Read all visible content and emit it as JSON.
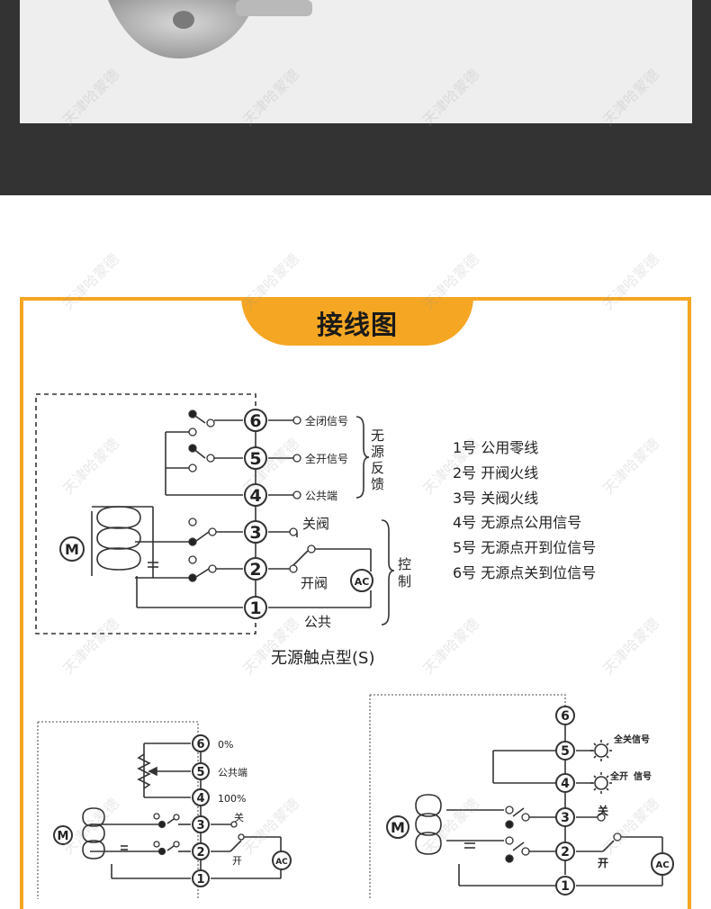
{
  "header": {
    "title": "接线图"
  },
  "watermark": "天津哈蒙德",
  "diagram_main": {
    "caption": "无源触点型(S)",
    "terminals": [
      "6",
      "5",
      "4",
      "3",
      "2",
      "1"
    ],
    "signals": {
      "full_close": "全闭信号",
      "full_open": "全开信号",
      "common": "公共端"
    },
    "feedback_label": [
      "无",
      "源",
      "反",
      "馈"
    ],
    "close_label": "关阀",
    "open_label": "开阀",
    "common_label": "公共",
    "control_label": [
      "控",
      "制"
    ],
    "motor": "M",
    "ac": "AC"
  },
  "legend": [
    "1号  公用零线",
    "2号  开阀火线",
    "3号  关阀火线",
    "4号  无源点公用信号",
    "5号  无源点开到位信号",
    "6号  无源点关到位信号"
  ],
  "diagram_left": {
    "terminals": [
      "6",
      "5",
      "4",
      "3",
      "2",
      "1"
    ],
    "labels": {
      "t6": "0%",
      "t5": "公共端",
      "t4": "100%",
      "close": "关",
      "open": "开"
    },
    "motor": "M",
    "ac": "AC"
  },
  "diagram_right": {
    "terminals": [
      "6",
      "5",
      "4",
      "3",
      "2",
      "1"
    ],
    "labels": {
      "full_close": "全关信号",
      "full_open_a": "全开",
      "full_open_b": "信号",
      "close": "关",
      "open": "开"
    },
    "motor": "M",
    "ac": "AC"
  },
  "colors": {
    "accent": "#f5a623",
    "dark": "#333333"
  }
}
